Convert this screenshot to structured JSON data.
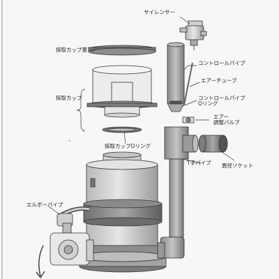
{
  "labels": {
    "silencer": "サイレンサー",
    "cup_lid": "採取カップ蓋",
    "control_pipe": "コントロールパイプ",
    "air_tube": "エアーチューブ",
    "collection_cup": "採取カップ",
    "control_pipe_oring_line1": "コントロールパイプ",
    "control_pipe_oring_line2": "Oリング",
    "air_valve_line1": "エアー",
    "air_valve_line2": "調整バルブ",
    "cup_oring": "採取カップOリング",
    "reducer_socket": "異径ソケット",
    "t_pipe": "T字パイプ",
    "elbow_pipe": "エルボーパイプ"
  },
  "colors": {
    "line": "#333333",
    "part_gray": "#9a9a9a",
    "part_light": "#d6d6d6",
    "part_dark": "#5a5a5a",
    "background": "#f7f7f5"
  }
}
